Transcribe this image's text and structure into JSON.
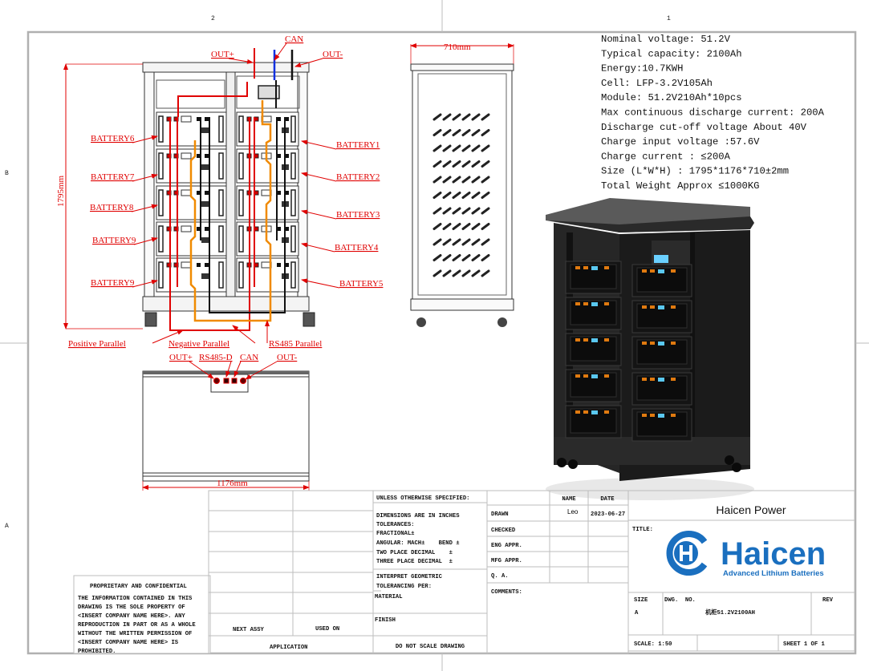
{
  "sheet_grid": {
    "top": [
      "2",
      "1"
    ],
    "side": [
      "B",
      "A"
    ]
  },
  "specs": [
    "Nominal voltage:  51.2V",
    "Typical capacity: 2100Ah",
    "Energy:10.7KWH",
    "Cell: LFP-3.2V105Ah",
    "Module: 51.2V210Ah*10pcs",
    "Max continuous discharge current: 200A",
    "Discharge cut-off voltage About 40V",
    "Charge input voltage :57.6V",
    "Charge current : ≤200A",
    "Size (L*W*H) : 1795*1176*710±2mm",
    "Total Weight Approx ≤1000KG"
  ],
  "front_view": {
    "out_plus": "OUT+",
    "can": "CAN",
    "out_minus": "OUT-",
    "left_batteries": [
      "BATTERY6",
      "BATTERY7",
      "BATTERY8",
      "BATTERY9",
      "BATTERY9"
    ],
    "right_batteries": [
      "BATTERY1",
      "BATTERY2",
      "BATTERY3",
      "BATTERY4",
      "BATTERY5"
    ],
    "positive_parallel": "Positive Parallel",
    "negative_parallel": "Negative  Parallel",
    "rs485_parallel": "RS485 Parallel",
    "height_dim": "1795mm"
  },
  "side_view": {
    "depth_dim": "710mm"
  },
  "bottom_view": {
    "out_plus": "OUT+",
    "rs485_d": "RS485-D",
    "can": "CAN",
    "out_minus": "OUT-",
    "width_dim": "1176mm"
  },
  "title_block": {
    "unless": "UNLESS OTHERWISE SPECIFIED:",
    "tolerances": [
      "DIMENSIONS ARE IN INCHES",
      "TOLERANCES:",
      "FRACTIONAL±",
      "ANGULAR: MACH±    BEND ±",
      "TWO PLACE DECIMAL    ±",
      "THREE PLACE DECIMAL  ±"
    ],
    "interpret": [
      "INTERPRET GEOMETRIC",
      "TOLERANCING PER:"
    ],
    "material": "MATERIAL",
    "finish": "FINISH",
    "do_not_scale": "DO NOT SCALE DRAWING",
    "name_header": "NAME",
    "date_header": "DATE",
    "rows": [
      "DRAWN",
      "CHECKED",
      "ENG APPR.",
      "MFG APPR.",
      "Q. A."
    ],
    "drawn_name": "Leo",
    "drawn_date": "2023-06-27",
    "comments": "COMMENTS:",
    "company": "Haicen Power",
    "title_label": "TITLE:",
    "logo_name": "Haicen",
    "logo_tagline": "Advanced Lithium Batteries",
    "size_label": "SIZE",
    "size_value": "A",
    "dwg_no_label": "DWG.  NO.",
    "dwg_no": "机柜51.2V2100AH",
    "rev_label": "REV",
    "scale": "SCALE: 1:50",
    "sheet": "SHEET 1 OF 1",
    "next_assy": "NEXT ASSY",
    "used_on": "USED ON",
    "application": "APPLICATION",
    "proprietary_title": "PROPRIETARY AND CONFIDENTIAL",
    "proprietary_lines": [
      "THE INFORMATION CONTAINED IN THIS",
      "DRAWING IS THE SOLE PROPERTY OF",
      "<INSERT COMPANY NAME HERE>.  ANY",
      "REPRODUCTION IN PART OR AS A WHOLE",
      "WITHOUT THE WRITTEN PERMISSION OF",
      "<INSERT COMPANY NAME HERE> IS",
      "PROHIBITED."
    ]
  },
  "colors": {
    "annotation": "#e00000",
    "rs485": "#f08a00",
    "can": "#1030e0",
    "brand": "#1a6fbf"
  }
}
